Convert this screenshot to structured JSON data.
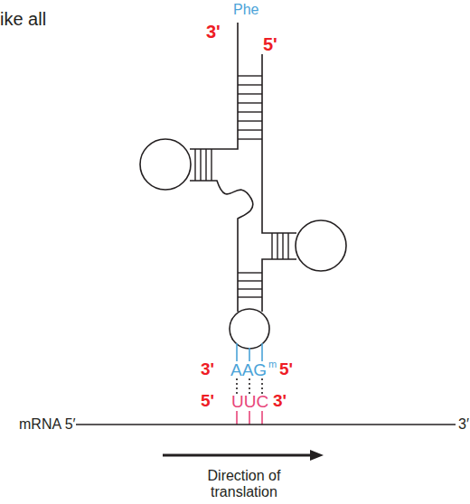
{
  "diagram": {
    "labels": [
      "ike all",
      "Phe",
      "3'",
      "5'",
      "3'",
      "AAG",
      "m",
      "5'",
      "5'",
      "UUC",
      "3'",
      "mRNA 5′",
      "3′",
      "Direction of translation"
    ]
  }
}
